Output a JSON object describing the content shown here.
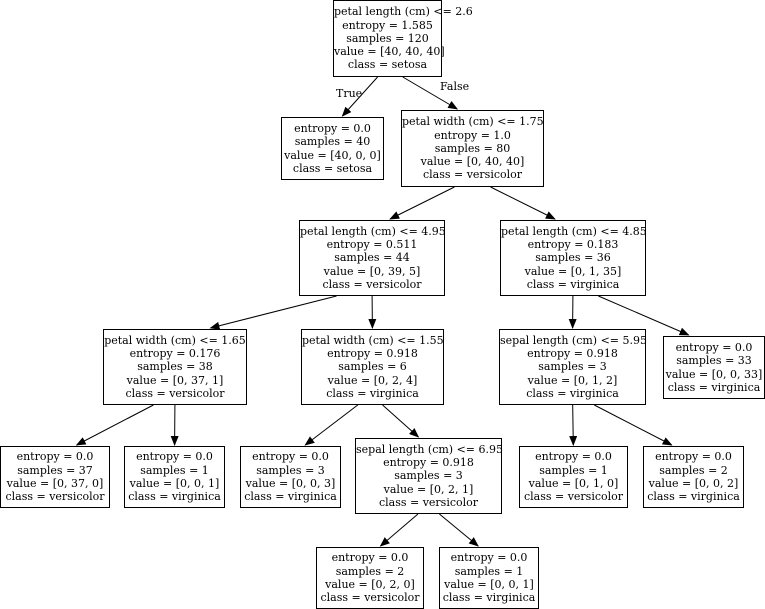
{
  "colors": {
    "line": "#000000",
    "node_fill": "#ffffff"
  },
  "tree": {
    "edge_labels": {
      "true_label": "True",
      "false_label": "False"
    },
    "nodes": [
      {
        "id": "n0",
        "lines": [
          "petal length (cm) <= 2.6",
          "entropy = 1.585",
          "samples = 120",
          "value = [40, 40, 40]",
          "class = setosa"
        ]
      },
      {
        "id": "n1",
        "lines": [
          "entropy = 0.0",
          "samples = 40",
          "value = [40, 0, 0]",
          "class = setosa"
        ]
      },
      {
        "id": "n2",
        "lines": [
          "petal width (cm) <= 1.75",
          "entropy = 1.0",
          "samples = 80",
          "value = [0, 40, 40]",
          "class = versicolor"
        ]
      },
      {
        "id": "n3",
        "lines": [
          "petal length (cm) <= 4.95",
          "entropy = 0.511",
          "samples = 44",
          "value = [0, 39, 5]",
          "class = versicolor"
        ]
      },
      {
        "id": "n4",
        "lines": [
          "petal length (cm) <= 4.85",
          "entropy = 0.183",
          "samples = 36",
          "value = [0, 1, 35]",
          "class = virginica"
        ]
      },
      {
        "id": "n5",
        "lines": [
          "petal width (cm) <= 1.65",
          "entropy = 0.176",
          "samples = 38",
          "value = [0, 37, 1]",
          "class = versicolor"
        ]
      },
      {
        "id": "n6",
        "lines": [
          "petal width (cm) <= 1.55",
          "entropy = 0.918",
          "samples = 6",
          "value = [0, 2, 4]",
          "class = virginica"
        ]
      },
      {
        "id": "n7",
        "lines": [
          "sepal length (cm) <= 5.95",
          "entropy = 0.918",
          "samples = 3",
          "value = [0, 1, 2]",
          "class = virginica"
        ]
      },
      {
        "id": "n8",
        "lines": [
          "entropy = 0.0",
          "samples = 33",
          "value = [0, 0, 33]",
          "class = virginica"
        ]
      },
      {
        "id": "n9",
        "lines": [
          "entropy = 0.0",
          "samples = 37",
          "value = [0, 37, 0]",
          "class = versicolor"
        ]
      },
      {
        "id": "n10",
        "lines": [
          "entropy = 0.0",
          "samples = 1",
          "value = [0, 0, 1]",
          "class = virginica"
        ]
      },
      {
        "id": "n11",
        "lines": [
          "entropy = 0.0",
          "samples = 3",
          "value = [0, 0, 3]",
          "class = virginica"
        ]
      },
      {
        "id": "n12",
        "lines": [
          "sepal length (cm) <= 6.95",
          "entropy = 0.918",
          "samples = 3",
          "value = [0, 2, 1]",
          "class = versicolor"
        ]
      },
      {
        "id": "n13",
        "lines": [
          "entropy = 0.0",
          "samples = 1",
          "value = [0, 1, 0]",
          "class = versicolor"
        ]
      },
      {
        "id": "n14",
        "lines": [
          "entropy = 0.0",
          "samples = 2",
          "value = [0, 0, 2]",
          "class = virginica"
        ]
      },
      {
        "id": "n15",
        "lines": [
          "entropy = 0.0",
          "samples = 2",
          "value = [0, 2, 0]",
          "class = versicolor"
        ]
      },
      {
        "id": "n16",
        "lines": [
          "entropy = 0.0",
          "samples = 1",
          "value = [0, 0, 1]",
          "class = virginica"
        ]
      }
    ],
    "edges": [
      {
        "from": "n0",
        "to": "n1"
      },
      {
        "from": "n0",
        "to": "n2"
      },
      {
        "from": "n2",
        "to": "n3"
      },
      {
        "from": "n2",
        "to": "n4"
      },
      {
        "from": "n3",
        "to": "n5"
      },
      {
        "from": "n3",
        "to": "n6"
      },
      {
        "from": "n4",
        "to": "n7"
      },
      {
        "from": "n4",
        "to": "n8"
      },
      {
        "from": "n5",
        "to": "n9"
      },
      {
        "from": "n5",
        "to": "n10"
      },
      {
        "from": "n6",
        "to": "n11"
      },
      {
        "from": "n6",
        "to": "n12"
      },
      {
        "from": "n7",
        "to": "n13"
      },
      {
        "from": "n7",
        "to": "n14"
      },
      {
        "from": "n12",
        "to": "n15"
      },
      {
        "from": "n12",
        "to": "n16"
      }
    ]
  }
}
